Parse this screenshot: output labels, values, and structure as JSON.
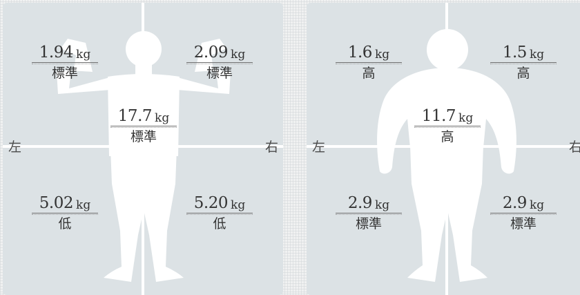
{
  "side_labels": {
    "left": "左",
    "right": "右"
  },
  "unit": "kg",
  "panels": [
    {
      "readings": {
        "left_arm": {
          "value": "1.94",
          "unit": "kg",
          "status": "標準"
        },
        "right_arm": {
          "value": "2.09",
          "unit": "kg",
          "status": "標準"
        },
        "trunk": {
          "value": "17.7",
          "unit": "kg",
          "status": "標準"
        },
        "left_leg": {
          "value": "5.02",
          "unit": "kg",
          "status": "低"
        },
        "right_leg": {
          "value": "5.20",
          "unit": "kg",
          "status": "低"
        }
      }
    },
    {
      "readings": {
        "left_arm": {
          "value": "1.6",
          "unit": "kg",
          "status": "高"
        },
        "right_arm": {
          "value": "1.5",
          "unit": "kg",
          "status": "高"
        },
        "trunk": {
          "value": "11.7",
          "unit": "kg",
          "status": "高"
        },
        "left_leg": {
          "value": "2.9",
          "unit": "kg",
          "status": "標準"
        },
        "right_leg": {
          "value": "2.9",
          "unit": "kg",
          "status": "標準"
        }
      }
    }
  ],
  "colors": {
    "panel_background": "#dce2e5",
    "silhouette": "#ffffff",
    "text": "#333333",
    "page_background": "#f0f1f1"
  }
}
